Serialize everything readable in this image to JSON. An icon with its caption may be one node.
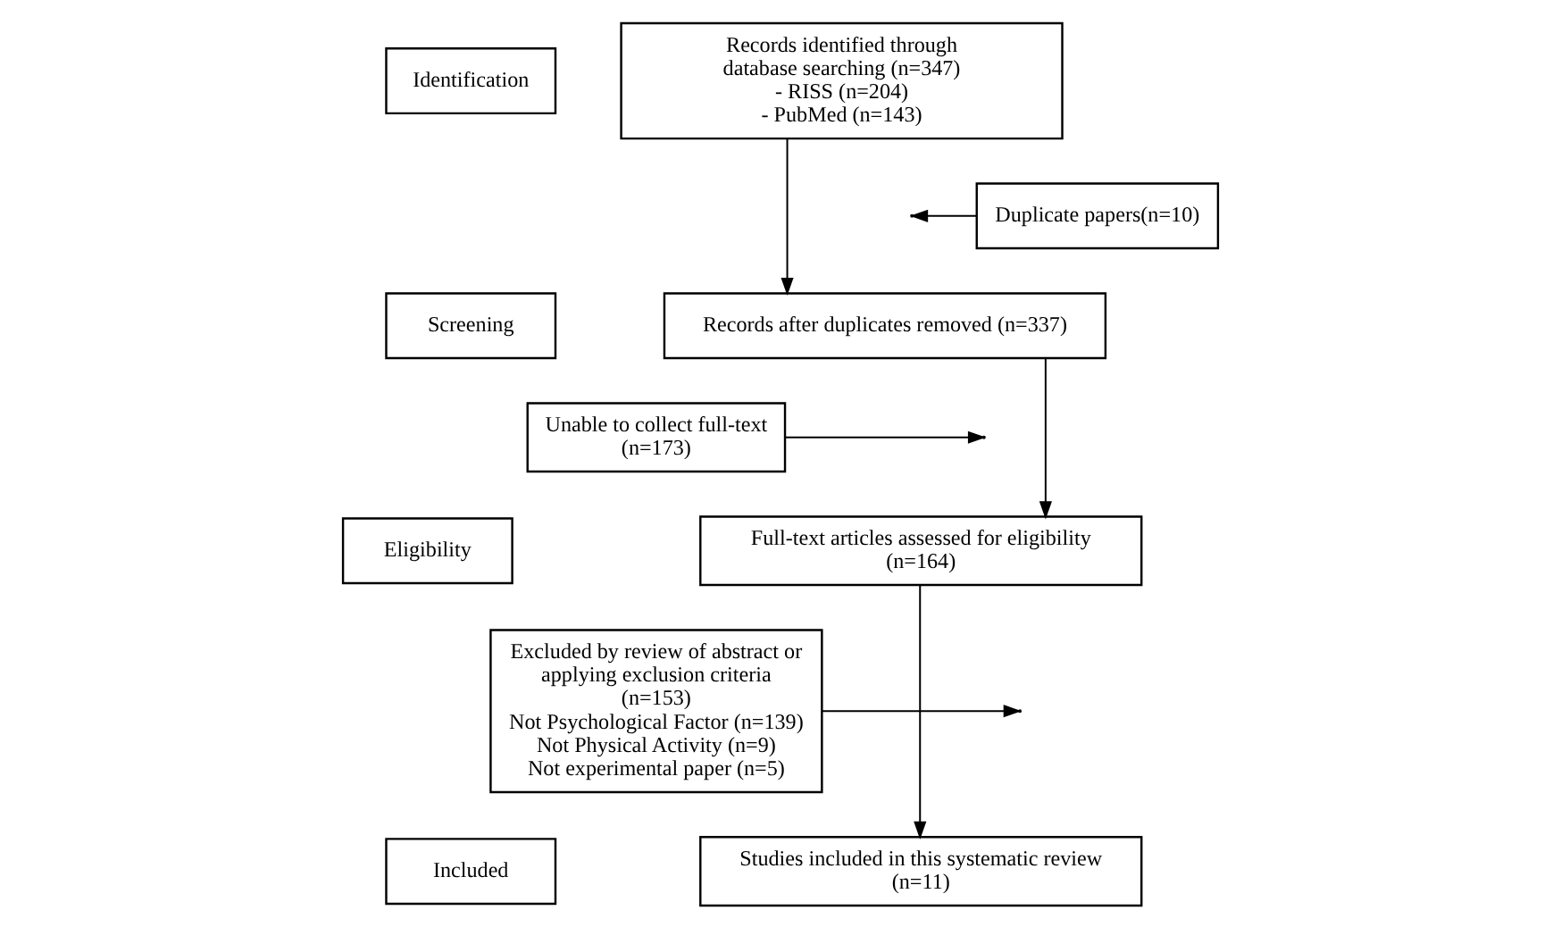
{
  "diagram": {
    "nodes": [
      {
        "text": [
          "Identification"
        ]
      },
      {
        "text": [
          "Screening"
        ]
      },
      {
        "text": [
          "Eligibility"
        ]
      },
      {
        "text": [
          "Included"
        ]
      },
      {
        "text": [
          "Records identified through database searching (n=347)",
          "- RISS (n=204)",
          "- PubMed (n=143)"
        ]
      },
      {
        "text": [
          "Records after duplicates removed (n=337)"
        ]
      },
      {
        "text": [
          "Full-text articles assessed for eligibility (n=164)"
        ]
      },
      {
        "text": [
          "Studies included in this systematic review (n=11)"
        ]
      },
      {
        "text": [
          "Duplicate papers(n=10)"
        ]
      },
      {
        "text": [
          "Unable to collect full-text (n=173)"
        ]
      },
      {
        "text": [
          "Excluded by review of abstract or applying exclusion criteria",
          "(n=153)",
          "Not Psychological Factor (n=139)",
          "Not Physical Activity (n=9)",
          "Not experimental paper (n=5)"
        ]
      }
    ],
    "edges": [
      {
        "from": 4,
        "to": 5,
        "arrow": "to"
      },
      {
        "from": 5,
        "to": 6,
        "arrow": "to"
      },
      {
        "from": 6,
        "to": 7,
        "arrow": "to"
      },
      {
        "from": 8,
        "to": null,
        "arrow": "to"
      },
      {
        "from": 9,
        "to": null,
        "arrow": "to"
      },
      {
        "from": 10,
        "to": null,
        "arrow": "to"
      }
    ]
  }
}
